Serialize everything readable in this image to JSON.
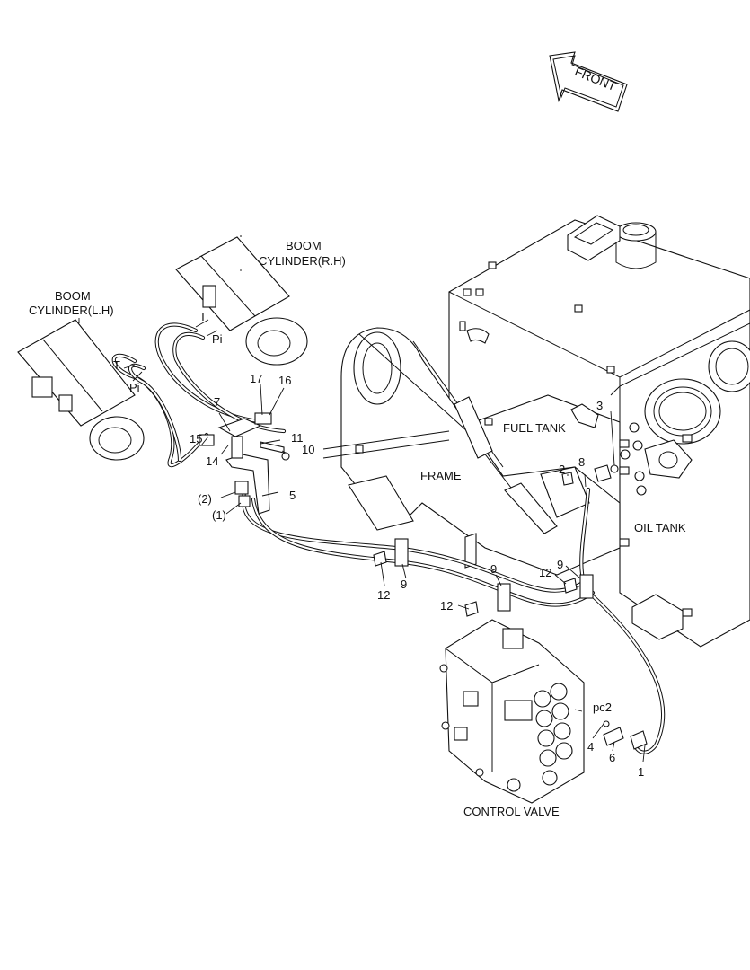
{
  "direction": {
    "label": "FRONT"
  },
  "components": {
    "boom_cylinder_rh": {
      "line1": "BOOM",
      "line2": "CYLINDER(R.H)"
    },
    "boom_cylinder_lh": {
      "line1": "BOOM",
      "line2": "CYLINDER(L.H)"
    },
    "fuel_tank": "FUEL TANK",
    "frame": "FRAME",
    "oil_tank": "OIL TANK",
    "control_valve": "CONTROL VALVE"
  },
  "ports": {
    "rh_t": "T",
    "rh_pi": "Pi",
    "lh_t": "T",
    "lh_pi": "Pi",
    "pc2": "pc2"
  },
  "callouts": {
    "c1": "1",
    "c2": "2",
    "c3": "3",
    "c4": "4",
    "c5": "5",
    "c6": "6",
    "c7": "7",
    "c8": "8",
    "c9a": "9",
    "c9b": "9",
    "c9c": "9",
    "c10": "10",
    "c11": "11",
    "c12a": "12",
    "c12b": "12",
    "c12c": "12",
    "c14": "14",
    "c15": "15",
    "c16": "16",
    "c17": "17",
    "p1": "(1)",
    "p2": "(2)"
  }
}
